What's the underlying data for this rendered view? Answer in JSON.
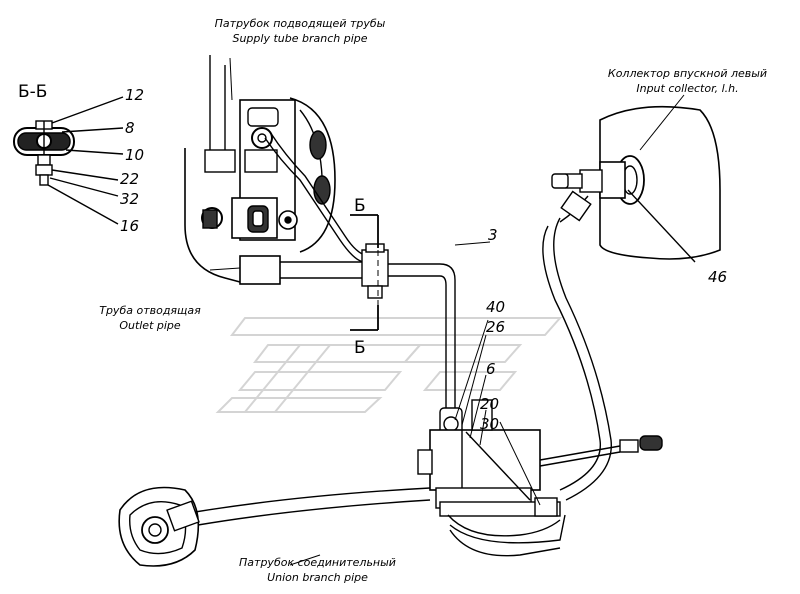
{
  "section": {
    "title": "Б-Б",
    "cut_mark": "Б"
  },
  "callouts": {
    "supply_tube_ru": "Патрубок подводящей трубы",
    "supply_tube_en": "Supply tube branch pipe",
    "input_collector_ru": "Коллектор впускной левый",
    "input_collector_en": "Input collector, l.h.",
    "outlet_pipe_ru": "Труба отводящая",
    "outlet_pipe_en": "Outlet pipe",
    "union_pipe_ru": "Патрубок соединительный",
    "union_pipe_en": "Union branch pipe"
  },
  "part_numbers": {
    "p12": "12",
    "p8": "8",
    "p10": "10",
    "p22": "22",
    "p32": "32",
    "p16": "16",
    "p3": "3",
    "p46": "46",
    "p40": "40",
    "p26": "26",
    "p6": "6",
    "p20": "20",
    "p30": "30"
  },
  "colors": {
    "ink": "#000000",
    "watermark": "#d4d4d4",
    "background": "#ffffff"
  }
}
